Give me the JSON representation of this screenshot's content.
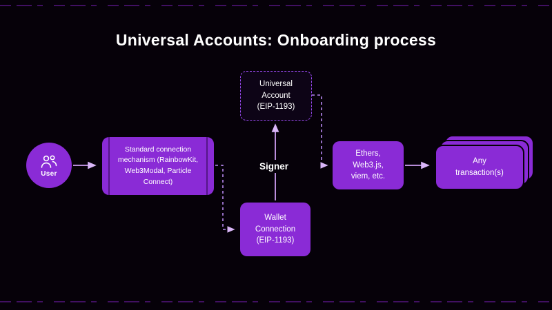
{
  "title": "Universal Accounts: Onboarding process",
  "nodes": {
    "user": "User",
    "standard_connection": "Standard connection\nmechanism (RainbowKit,\nWeb3Modal, Particle\nConnect)",
    "universal_account": "Universal\nAccount\n(EIP-1193)",
    "wallet_connection": "Wallet\nConnection\n(EIP-1193)",
    "signer": "Signer",
    "ethers": "Ethers,\nWeb3.js,\nviem, etc.",
    "any_transactions": "Any\ntransaction(s)"
  },
  "colors": {
    "background": "#060109",
    "box_purple": "#8a2bd6",
    "arrow_light_purple": "#cf9ff5",
    "dashed_purple": "#b687ef",
    "universal_border": "#9a49f2",
    "edge_line_purple": "#4b1372",
    "text": "#ffffff"
  },
  "icons": {
    "user": "users-group-icon"
  }
}
